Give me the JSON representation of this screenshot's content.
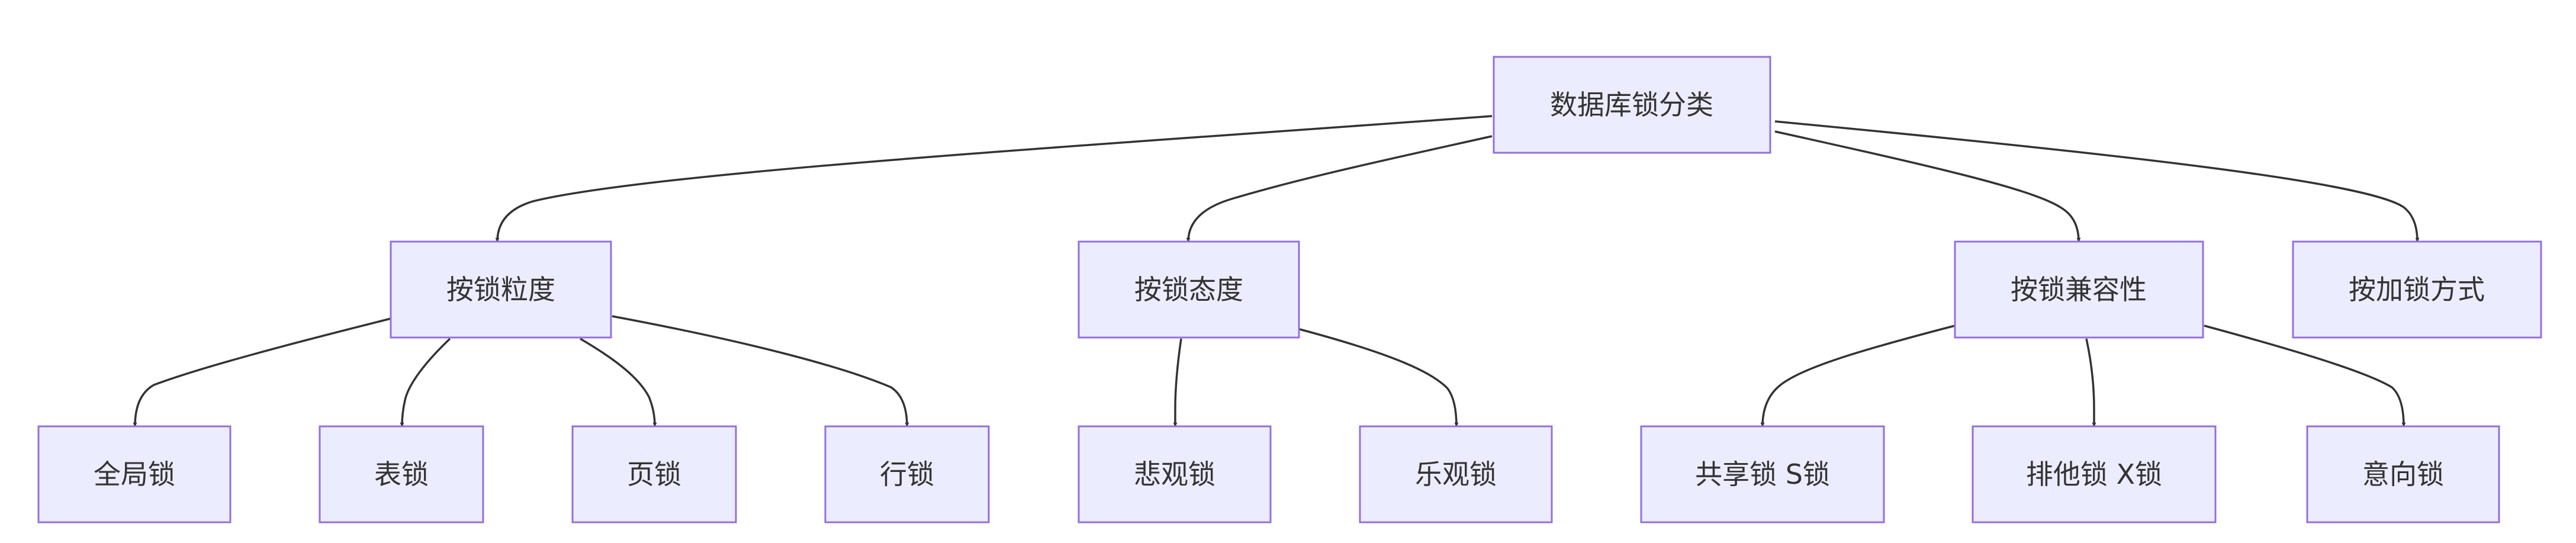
{
  "diagram": {
    "nodes": [
      {
        "id": "root",
        "label": "数据库锁分类"
      },
      {
        "id": "granularity",
        "label": "按锁粒度"
      },
      {
        "id": "attitude",
        "label": "按锁态度"
      },
      {
        "id": "compatibility",
        "label": "按锁兼容性"
      },
      {
        "id": "method",
        "label": "按加锁方式"
      },
      {
        "id": "global",
        "label": "全局锁"
      },
      {
        "id": "table",
        "label": "表锁"
      },
      {
        "id": "page",
        "label": "页锁"
      },
      {
        "id": "row",
        "label": "行锁"
      },
      {
        "id": "pessimistic",
        "label": "悲观锁"
      },
      {
        "id": "optimistic",
        "label": "乐观锁"
      },
      {
        "id": "shared",
        "label": "共享锁 S锁"
      },
      {
        "id": "exclusive",
        "label": "排他锁 X锁"
      },
      {
        "id": "intention",
        "label": "意向锁"
      }
    ],
    "edges": [
      {
        "from": "root",
        "to": "granularity"
      },
      {
        "from": "root",
        "to": "attitude"
      },
      {
        "from": "root",
        "to": "compatibility"
      },
      {
        "from": "root",
        "to": "method"
      },
      {
        "from": "granularity",
        "to": "global"
      },
      {
        "from": "granularity",
        "to": "table"
      },
      {
        "from": "granularity",
        "to": "page"
      },
      {
        "from": "granularity",
        "to": "row"
      },
      {
        "from": "attitude",
        "to": "pessimistic"
      },
      {
        "from": "attitude",
        "to": "optimistic"
      },
      {
        "from": "compatibility",
        "to": "shared"
      },
      {
        "from": "compatibility",
        "to": "exclusive"
      },
      {
        "from": "compatibility",
        "to": "intention"
      }
    ],
    "colors": {
      "node_fill": "#ececff",
      "node_stroke": "#9370db",
      "edge": "#333333",
      "text": "#333333"
    }
  }
}
